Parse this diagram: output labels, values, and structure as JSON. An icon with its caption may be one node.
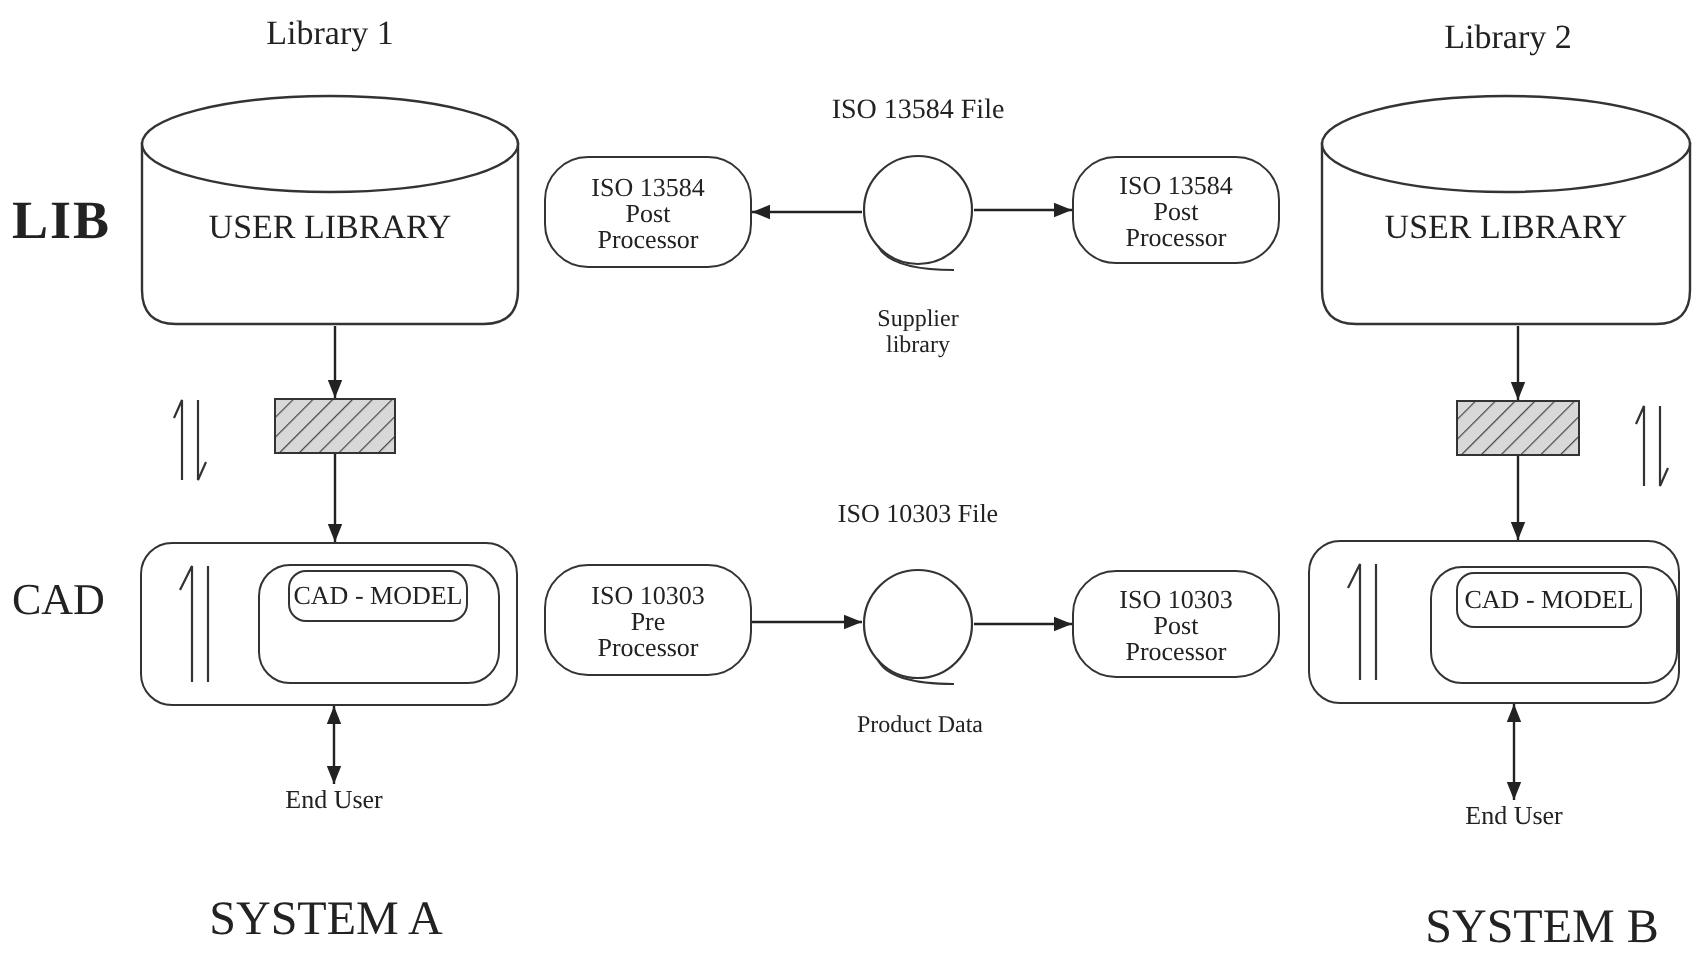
{
  "diagram": {
    "nodes": [
      {
        "text": [
          "USER LIBRARY"
        ],
        "beside": [
          "Library 1"
        ]
      },
      {
        "text": [],
        "shape": "box"
      },
      {
        "text": [],
        "shape": "box"
      },
      {
        "text": [],
        "shape": "box",
        "in": 2
      },
      {
        "text": [
          "CAD - MODEL"
        ],
        "in": 3
      },
      {
        "text": [
          "End User"
        ]
      },
      {
        "text": [
          "ISO 13584 Post Processor"
        ]
      },
      {
        "text": [],
        "shape": "circle",
        "beside": [
          "ISO 13584 File",
          "Supplier library"
        ]
      },
      {
        "text": [
          "ISO 13584 Post Processor"
        ]
      },
      {
        "text": [
          "ISO 10303 Pre Processor"
        ]
      },
      {
        "text": [],
        "shape": "circle",
        "beside": [
          "ISO 10303 File",
          "Product Data"
        ]
      },
      {
        "text": [
          "ISO 10303 Post Processor"
        ]
      },
      {
        "text": [
          "USER LIBRARY"
        ],
        "beside": [
          "Library 2"
        ]
      },
      {
        "text": [],
        "shape": "box"
      },
      {
        "text": [],
        "shape": "box"
      },
      {
        "text": [],
        "shape": "box",
        "in": 14
      },
      {
        "text": [
          "CAD - MODEL"
        ],
        "in": 15
      },
      {
        "text": [
          "End User"
        ]
      }
    ],
    "edges": [
      {
        "from": 0,
        "to": 1,
        "arrow": "to"
      },
      {
        "from": 1,
        "to": 2,
        "arrow": "to"
      },
      {
        "from": 2,
        "to": 5,
        "arrow": "both"
      },
      {
        "from": 7,
        "to": 6,
        "arrow": "to"
      },
      {
        "from": 7,
        "to": 8,
        "arrow": "to"
      },
      {
        "from": 9,
        "to": 10,
        "arrow": "to"
      },
      {
        "from": 10,
        "to": 11,
        "arrow": "to"
      },
      {
        "from": 12,
        "to": 13,
        "arrow": "to"
      },
      {
        "from": 13,
        "to": 14,
        "arrow": "to"
      },
      {
        "from": 14,
        "to": 17,
        "arrow": "both"
      }
    ],
    "labels": [
      "LIB",
      "CAD",
      "SYSTEM A",
      "SYSTEM B"
    ]
  }
}
